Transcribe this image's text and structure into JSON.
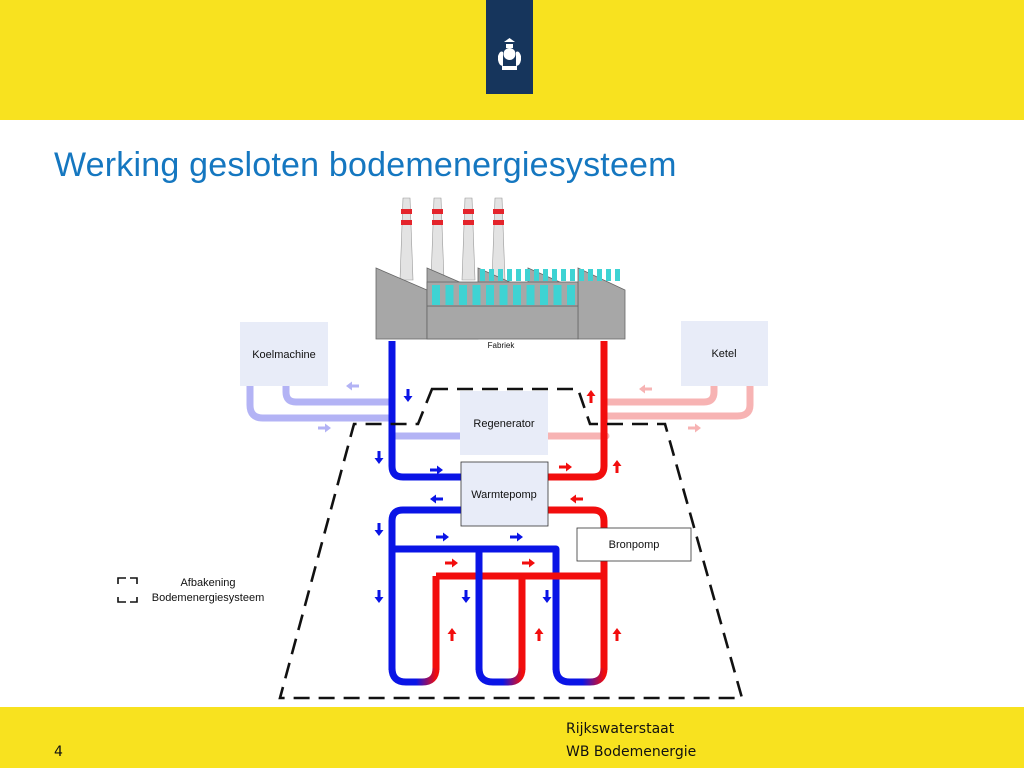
{
  "slide": {
    "title": "Werking gesloten bodemenergiesysteem",
    "page_number": "4"
  },
  "footer": {
    "organization": "Rijkswaterstaat",
    "department": "WB Bodemenergie"
  },
  "diagram": {
    "factory_label": "Fabriek",
    "cooling_machine": "Koelmachine",
    "boiler": "Ketel",
    "regenerator": "Regenerator",
    "heat_pump": "Warmtepomp",
    "source_pump": "Bronpomp",
    "legend": {
      "line1": "Afbakening",
      "line2": "Bodemenergiesysteem"
    }
  },
  "colors": {
    "band_yellow": "#f8e21f",
    "logo_navy": "#16355c",
    "title_blue": "#1577c0",
    "cold_pipe": "#0a14e6",
    "warm_pipe": "#f20d0d",
    "cold_light": "#b3b3f5",
    "warm_light": "#f7b3b3"
  },
  "icons": {
    "logo": "crest-icon"
  }
}
